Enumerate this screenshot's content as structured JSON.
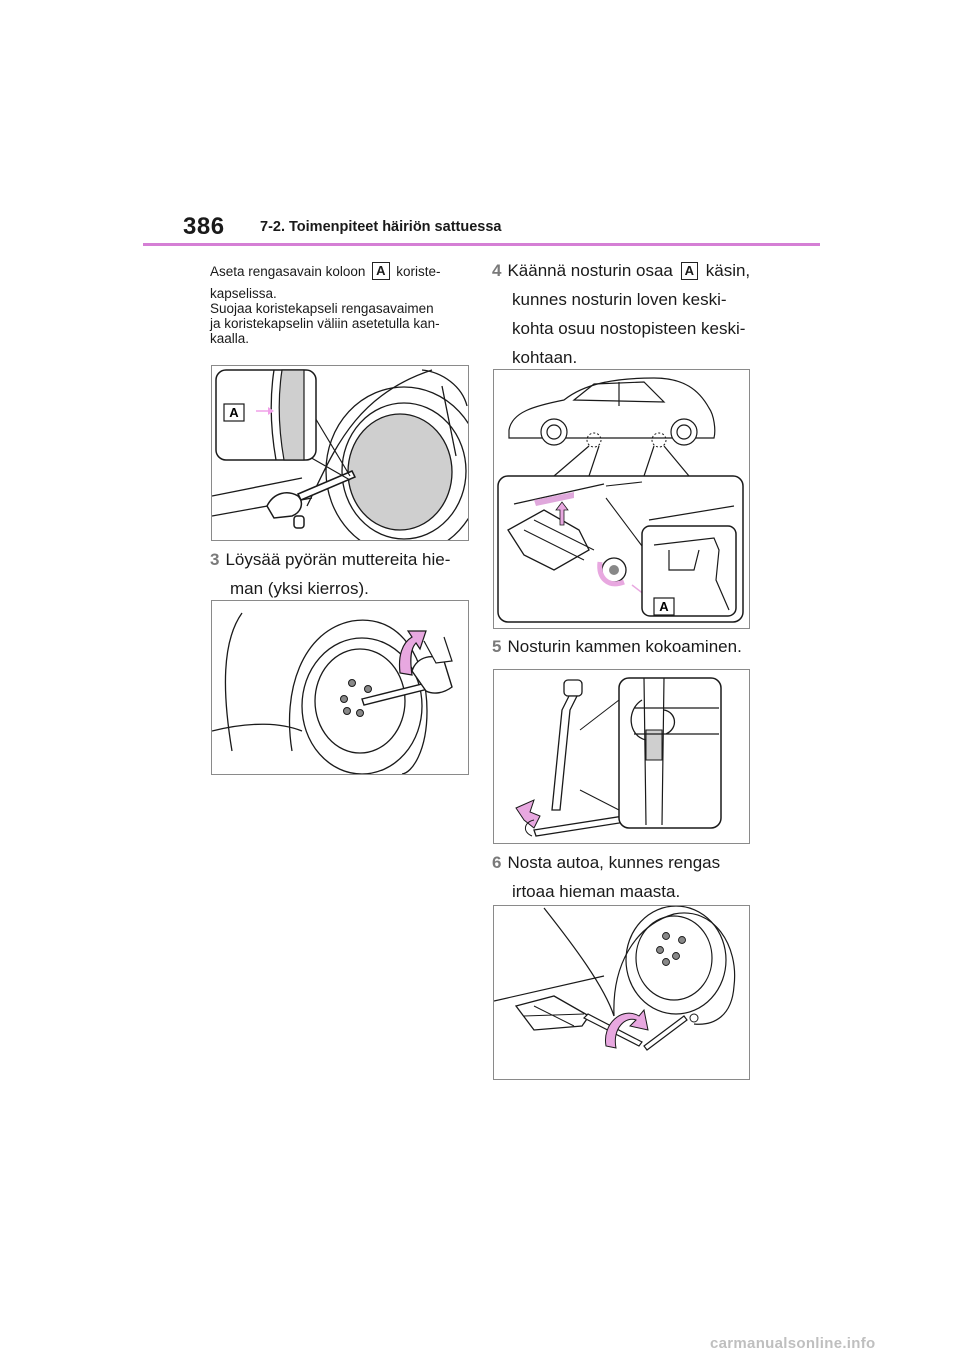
{
  "header": {
    "page_number": "386",
    "section_title": "7-2. Toimenpiteet häiriön sattuessa",
    "rule_color": "#d57fd5"
  },
  "left": {
    "intro_line1_before": "Aseta rengasavain koloon",
    "intro_label": "A",
    "intro_line1_after": "koriste-",
    "intro_line2": "kapselissa.",
    "note_lines": [
      "Suojaa koristekapseli rengasavaimen",
      "ja koristekapselin väliin asetetulla kan-",
      "kaalla."
    ],
    "fig1_label": "A",
    "step3_num": "3",
    "step3_line1": "Löysää pyörän muttereita hie-",
    "step3_line2": "man (yksi kierros)."
  },
  "right": {
    "step4_num": "4",
    "step4_line1_before": "Käännä nosturin osaa",
    "step4_label": "A",
    "step4_line1_after": "käsin,",
    "step4_lines": [
      "kunnes nosturin loven keski-",
      "kohta osuu nostopisteen keski-",
      "kohtaan."
    ],
    "fig4_label": "A",
    "step5_num": "5",
    "step5_text": "Nosturin kammen kokoaminen.",
    "step6_num": "6",
    "step6_line1": "Nosta autoa, kunnes rengas",
    "step6_line2": "irtoaa hieman maasta."
  },
  "colors": {
    "accent_pink": "#f0a0e8",
    "arrow_pink": "#e8a8e0",
    "line": "#1a1a1a"
  },
  "watermark": "carmanualsonline.info"
}
